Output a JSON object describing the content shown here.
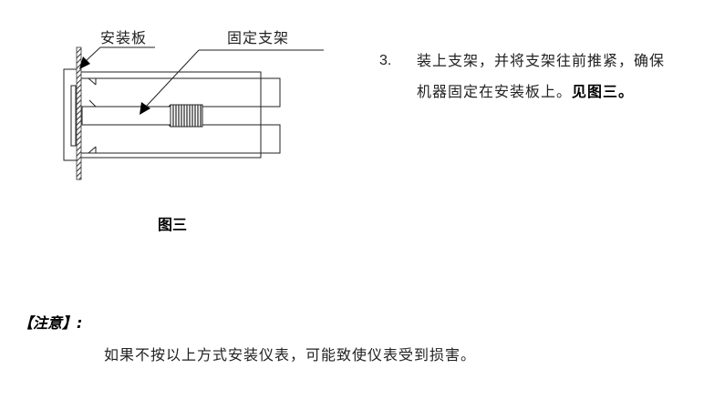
{
  "figure": {
    "labels": {
      "mounting_panel": "安装板",
      "fixing_bracket": "固定支架"
    },
    "caption": "图三"
  },
  "step": {
    "number": "3.",
    "line1": "装上支架，并将支架往前推紧，确保",
    "line2_plain": "机器固定在安装板上。",
    "line2_ref": "见图三。"
  },
  "note": {
    "heading": "【注意】:",
    "body": "如果不按以上方式安装仪表，可能致使仪表受到损害。"
  }
}
